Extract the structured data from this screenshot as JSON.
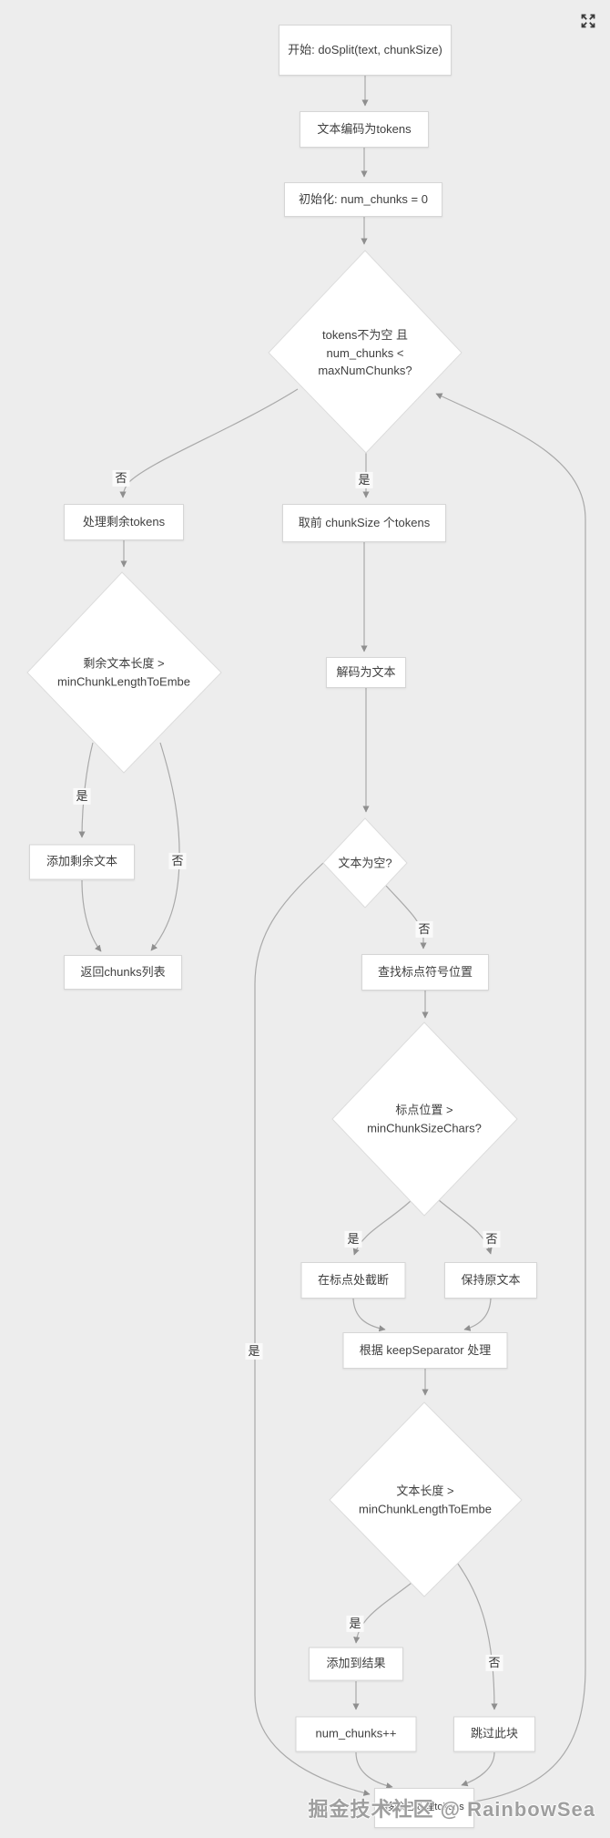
{
  "page": {
    "watermark": "掘金技术社区 @ RainbowSea"
  },
  "colors": {
    "background": "#ededed",
    "node_fill": "#ffffff",
    "node_border": "#d6d6d6",
    "edge": "#a9a9a9",
    "text": "#3f3f3f",
    "watermark": "#9e9e9e"
  },
  "icons": {
    "expand": "fullscreen-expand-icon"
  },
  "nodes": {
    "start": {
      "label": "开始: doSplit(text, chunkSize)"
    },
    "encode": {
      "label": "文本编码为tokens"
    },
    "init": {
      "label": "初始化: num_chunks = 0"
    },
    "loop_cond": {
      "label": "tokens不为空 且 num_chunks < maxNumChunks?"
    },
    "handle_remaining": {
      "label": "处理剩余tokens"
    },
    "take_chunk": {
      "label": "取前 chunkSize 个tokens"
    },
    "remaining_len": {
      "label": "剩余文本长度 > minChunkLengthToEmbe"
    },
    "add_remaining": {
      "label": "添加剩余文本"
    },
    "return_chunks": {
      "label": "返回chunks列表"
    },
    "decode": {
      "label": "解码为文本"
    },
    "text_empty": {
      "label": "文本为空?"
    },
    "find_punct": {
      "label": "查找标点符号位置"
    },
    "punct_pos": {
      "label": "标点位置 > minChunkSizeChars?"
    },
    "cut_at_punct": {
      "label": "在标点处截断"
    },
    "keep_original": {
      "label": "保持原文本"
    },
    "keep_separator": {
      "label": "根据 keepSeparator 处理"
    },
    "text_len": {
      "label": "文本长度 > minChunkLengthToEmbe"
    },
    "add_result": {
      "label": "添加到结果"
    },
    "inc_chunks": {
      "label": "num_chunks++"
    },
    "skip_chunk": {
      "label": "跳过此块"
    },
    "remove_processed": {
      "label": "移除已处理tokens"
    }
  },
  "edge_labels": {
    "no1": "否",
    "yes1": "是",
    "yes2": "是",
    "no2": "否",
    "no3": "否",
    "yes3": "是",
    "yes4": "是",
    "no4": "否",
    "yes5": "是",
    "no5": "否"
  }
}
